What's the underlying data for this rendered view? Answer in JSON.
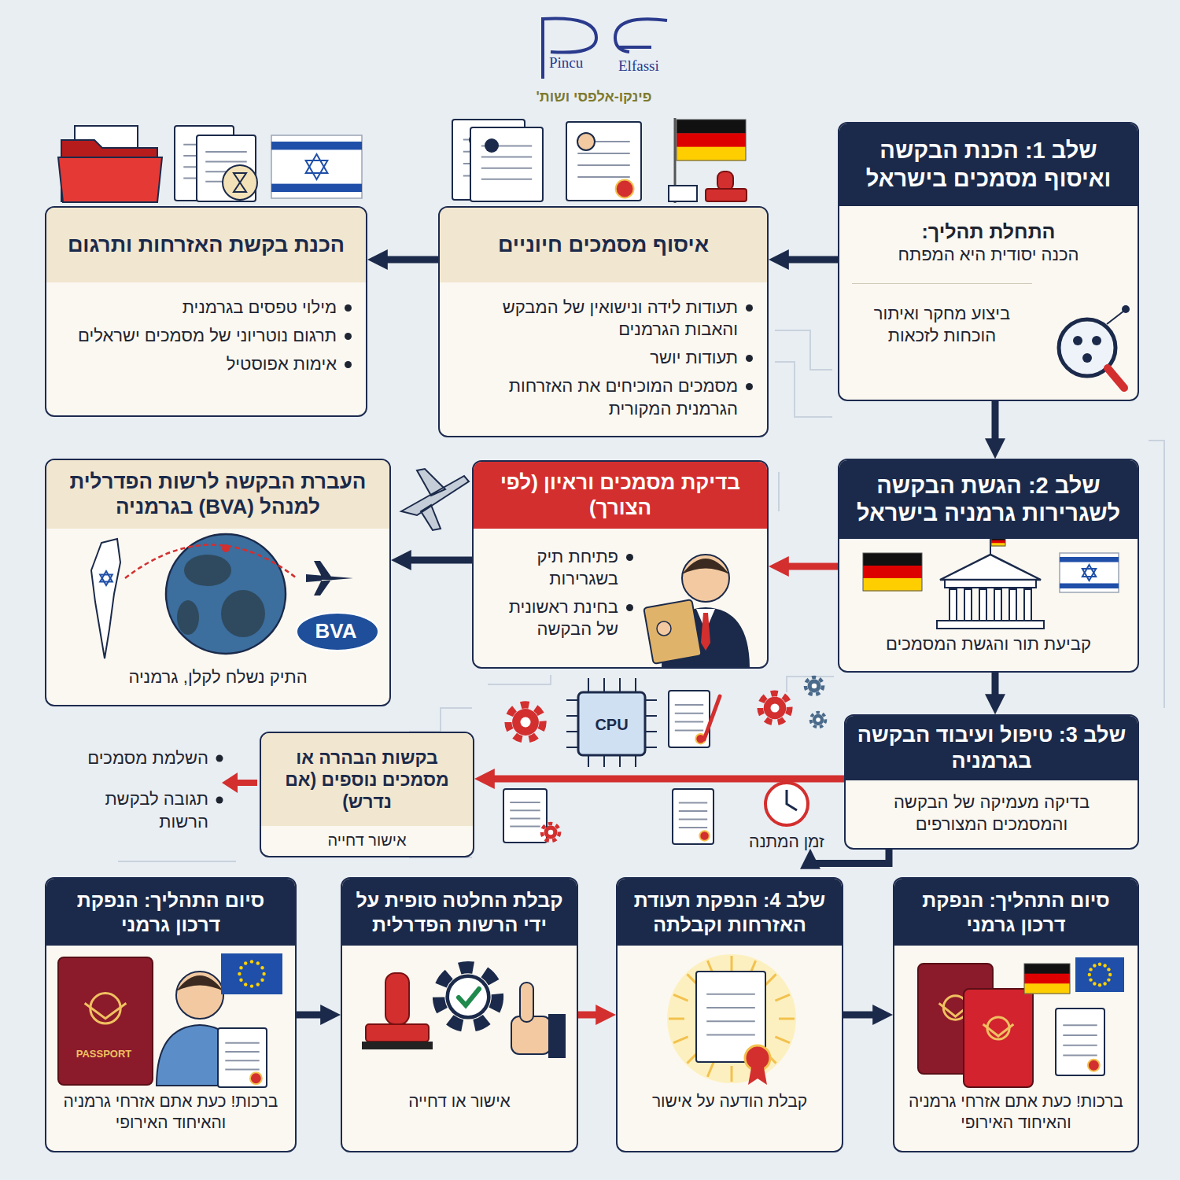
{
  "diagram": {
    "nodes": [
      {
        "text": [
          "שלב 1: הכנת הבקשה ואיסוף מסמכים בישראל",
          "התחלת תהליך:",
          "הכנה יסודית היא המפתח",
          "ביצוע מחקר ואיתור הוכחות לזכאות"
        ]
      },
      {
        "text": [
          "איסוף מסמכים חיוניים",
          "תעודות לידה ונישואין של המבקש והאבות הגרמנים",
          "תעודות יושר",
          "מסמכים המוכיחים את האזרחות הגרמנית המקורית"
        ]
      },
      {
        "text": [
          "הכנת בקשת האזרחות ותרגום",
          "מילוי טפסים בגרמנית",
          "תרגום נוטריוני של מסמכים ישראלים",
          "אימות אפוסטיל"
        ]
      },
      {
        "text": [
          "שלב 2: הגשת הבקשה לשגרירות גרמניה בישראל",
          "קביעת תור והגשת המסמכים"
        ]
      },
      {
        "text": [
          "בדיקת מסמכים וראיון (לפי הצורך)",
          "פתיחת תיק בשגרירות",
          "בחינת ראשונית של הבקשה"
        ]
      },
      {
        "text": [
          "העברת הבקשה לרשות הפדרלית למנהל (BVA) בגרמניה",
          "התיק נשלח לקלן, גרמניה"
        ]
      },
      {
        "text": [
          "שלב 3: טיפול ועיבוד הבקשה בגרמניה",
          "בדיקה מעמיקה של הבקשה והמסמכים המצורפים"
        ]
      },
      {
        "text": [
          "בקשות הבהרה או מסמכים נוספים (אם נדרש)",
          "אישור דחייה"
        ]
      },
      {
        "text": [
          "סיום התהליך: הנפקת דרכון גרמני",
          "ברכות! כעת אתם אזרחי גרמניה והאיחוד האירופי"
        ]
      },
      {
        "text": [
          "שלב 4: הנפקת תעודת האזרחות וקבלתה",
          "קבלת הודעה על אישור"
        ]
      },
      {
        "text": [
          "קבלת החלטה סופית על ידי הרשות הפדרלית",
          "אישור או דחייה"
        ]
      },
      {
        "text": [
          "סיום התהליך: הנפקת דרכון גרמני",
          "ברכות! כעת אתם אזרחי גרמניה והאיחוד האירופי"
        ]
      }
    ],
    "edges": [
      {
        "from": 0,
        "to": 1,
        "arrow": "to"
      },
      {
        "from": 1,
        "to": 2,
        "arrow": "to"
      },
      {
        "from": 0,
        "to": 3,
        "arrow": "to"
      },
      {
        "from": 3,
        "to": 4,
        "arrow": "to"
      },
      {
        "from": 4,
        "to": 5,
        "arrow": "to"
      },
      {
        "from": 3,
        "to": 6,
        "arrow": "to"
      },
      {
        "from": 6,
        "to": 7,
        "arrow": "to"
      },
      {
        "from": 6,
        "to": 9,
        "arrow": "to"
      },
      {
        "from": 9,
        "to": 8,
        "arrow": "to"
      },
      {
        "from": 10,
        "to": 9,
        "arrow": "to"
      },
      {
        "from": 11,
        "to": 10,
        "arrow": "to"
      }
    ],
    "labels": [
      "Pincu",
      "Elfassi",
      "פינקו-אלפסי ושות'",
      "BVA",
      "CPU",
      "זמן המתנה",
      "השלמת מסמכים",
      "תגובה לבקשת הרשות",
      "PASSPORT"
    ]
  }
}
